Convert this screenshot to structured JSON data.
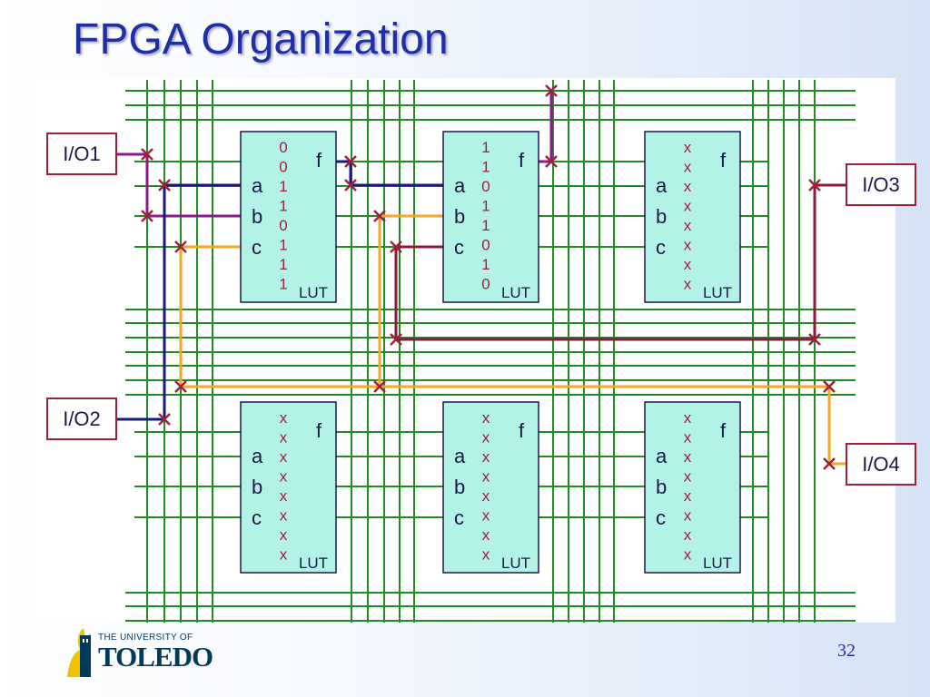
{
  "slide": {
    "title": "FPGA Organization",
    "page_number": "32"
  },
  "logo": {
    "line1": "THE UNIVERSITY OF",
    "line2": "TOLEDO"
  },
  "colors": {
    "title": "#1f2fa4",
    "wire_green": "#228b22",
    "lut_fill": "#b3f2e6",
    "io_border": "#a0203a",
    "conn_navy": "#1a1a7e",
    "conn_purple": "#8b1a8b",
    "conn_orange": "#f5a623",
    "conn_maroon": "#8b1a3a",
    "switch_mark": "#a0203a"
  },
  "io_pins": [
    {
      "id": "io1",
      "label": "I/O1"
    },
    {
      "id": "io2",
      "label": "I/O2"
    },
    {
      "id": "io3",
      "label": "I/O3"
    },
    {
      "id": "io4",
      "label": "I/O4"
    }
  ],
  "luts": [
    {
      "id": "lut-1",
      "inputs": [
        "a",
        "b",
        "c"
      ],
      "output": "f",
      "tag": "LUT",
      "bits": [
        "0",
        "0",
        "1",
        "1",
        "0",
        "1",
        "1",
        "1"
      ]
    },
    {
      "id": "lut-2",
      "inputs": [
        "a",
        "b",
        "c"
      ],
      "output": "f",
      "tag": "LUT",
      "bits": [
        "1",
        "1",
        "0",
        "1",
        "1",
        "0",
        "1",
        "0"
      ]
    },
    {
      "id": "lut-3",
      "inputs": [
        "a",
        "b",
        "c"
      ],
      "output": "f",
      "tag": "LUT",
      "bits": [
        "x",
        "x",
        "x",
        "x",
        "x",
        "x",
        "x",
        "x"
      ]
    },
    {
      "id": "lut-4",
      "inputs": [
        "a",
        "b",
        "c"
      ],
      "output": "f",
      "tag": "LUT",
      "bits": [
        "x",
        "x",
        "x",
        "x",
        "x",
        "x",
        "x",
        "x"
      ]
    },
    {
      "id": "lut-5",
      "inputs": [
        "a",
        "b",
        "c"
      ],
      "output": "f",
      "tag": "LUT",
      "bits": [
        "x",
        "x",
        "x",
        "x",
        "x",
        "x",
        "x",
        "x"
      ]
    },
    {
      "id": "lut-6",
      "inputs": [
        "a",
        "b",
        "c"
      ],
      "output": "f",
      "tag": "LUT",
      "bits": [
        "x",
        "x",
        "x",
        "x",
        "x",
        "x",
        "x",
        "x"
      ]
    }
  ]
}
